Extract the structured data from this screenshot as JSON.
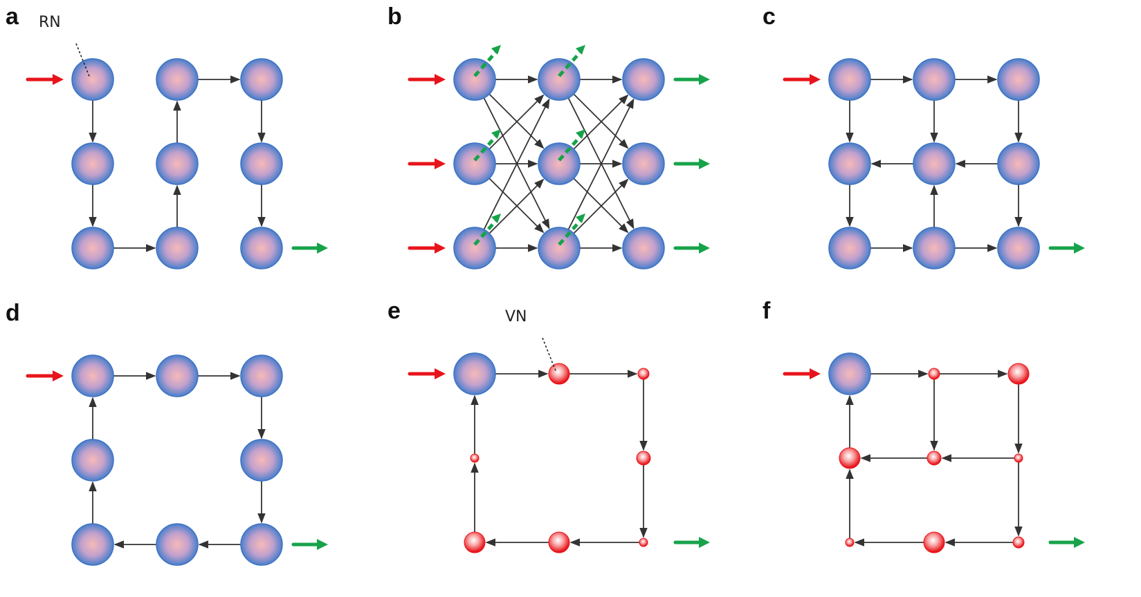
{
  "colors": {
    "node_center": "#f7b9b9",
    "node_edge": "#3e73c2",
    "virtual_node_center": "#ffffff",
    "virtual_node_edge": "#e8141b",
    "edge": "#333333",
    "input_arrow": "#e8141b",
    "output_arrow": "#16a34a"
  },
  "callouts": {
    "real_node": "RN",
    "virtual_node": "VN"
  },
  "panels": [
    {
      "id": "a",
      "label": "a",
      "nodes": [
        {
          "id": "a1",
          "kind": "real"
        },
        {
          "id": "a2",
          "kind": "real"
        },
        {
          "id": "a3",
          "kind": "real"
        },
        {
          "id": "a4",
          "kind": "real"
        },
        {
          "id": "a5",
          "kind": "real"
        },
        {
          "id": "a6",
          "kind": "real"
        },
        {
          "id": "a7",
          "kind": "real"
        },
        {
          "id": "a8",
          "kind": "real"
        },
        {
          "id": "a9",
          "kind": "real"
        }
      ],
      "edges": [
        [
          "a1",
          "a4"
        ],
        [
          "a4",
          "a7"
        ],
        [
          "a7",
          "a8"
        ],
        [
          "a8",
          "a5"
        ],
        [
          "a5",
          "a2"
        ],
        [
          "a2",
          "a3"
        ],
        [
          "a3",
          "a6"
        ],
        [
          "a6",
          "a9"
        ]
      ],
      "inputs": [
        "a1"
      ],
      "outputs": [
        "a9"
      ],
      "callout": {
        "node": "a1",
        "text_key": "real_node"
      }
    },
    {
      "id": "b",
      "label": "b",
      "nodes": [
        {
          "id": "b1",
          "kind": "real"
        },
        {
          "id": "b2",
          "kind": "real"
        },
        {
          "id": "b3",
          "kind": "real"
        },
        {
          "id": "b4",
          "kind": "real"
        },
        {
          "id": "b5",
          "kind": "real"
        },
        {
          "id": "b6",
          "kind": "real"
        },
        {
          "id": "b7",
          "kind": "real"
        },
        {
          "id": "b8",
          "kind": "real"
        },
        {
          "id": "b9",
          "kind": "real"
        }
      ],
      "edges": [
        [
          "b1",
          "b2"
        ],
        [
          "b1",
          "b5"
        ],
        [
          "b1",
          "b8"
        ],
        [
          "b4",
          "b2"
        ],
        [
          "b4",
          "b5"
        ],
        [
          "b4",
          "b8"
        ],
        [
          "b7",
          "b2"
        ],
        [
          "b7",
          "b5"
        ],
        [
          "b7",
          "b8"
        ],
        [
          "b2",
          "b3"
        ],
        [
          "b2",
          "b6"
        ],
        [
          "b2",
          "b9"
        ],
        [
          "b5",
          "b3"
        ],
        [
          "b5",
          "b6"
        ],
        [
          "b5",
          "b9"
        ],
        [
          "b8",
          "b3"
        ],
        [
          "b8",
          "b6"
        ],
        [
          "b8",
          "b9"
        ]
      ],
      "inputs": [
        "b1",
        "b4",
        "b7"
      ],
      "outputs": [
        "b3",
        "b6",
        "b9"
      ],
      "dashed_outputs": [
        "b1",
        "b2",
        "b4",
        "b5",
        "b7",
        "b8"
      ]
    },
    {
      "id": "c",
      "label": "c",
      "nodes": [
        {
          "id": "c1",
          "kind": "real"
        },
        {
          "id": "c2",
          "kind": "real"
        },
        {
          "id": "c3",
          "kind": "real"
        },
        {
          "id": "c4",
          "kind": "real"
        },
        {
          "id": "c5",
          "kind": "real"
        },
        {
          "id": "c6",
          "kind": "real"
        },
        {
          "id": "c7",
          "kind": "real"
        },
        {
          "id": "c8",
          "kind": "real"
        },
        {
          "id": "c9",
          "kind": "real"
        }
      ],
      "edges": [
        [
          "c1",
          "c2"
        ],
        [
          "c2",
          "c3"
        ],
        [
          "c1",
          "c4"
        ],
        [
          "c2",
          "c5"
        ],
        [
          "c3",
          "c6"
        ],
        [
          "c5",
          "c4"
        ],
        [
          "c6",
          "c5"
        ],
        [
          "c4",
          "c7"
        ],
        [
          "c8",
          "c5"
        ],
        [
          "c6",
          "c9"
        ],
        [
          "c7",
          "c8"
        ],
        [
          "c8",
          "c9"
        ]
      ],
      "inputs": [
        "c1"
      ],
      "outputs": [
        "c9"
      ]
    },
    {
      "id": "d",
      "label": "d",
      "nodes": [
        {
          "id": "d1",
          "kind": "real"
        },
        {
          "id": "d2",
          "kind": "real"
        },
        {
          "id": "d3",
          "kind": "real"
        },
        {
          "id": "d4",
          "kind": "real"
        },
        {
          "id": "d6",
          "kind": "real"
        },
        {
          "id": "d7",
          "kind": "real"
        },
        {
          "id": "d8",
          "kind": "real"
        },
        {
          "id": "d9",
          "kind": "real"
        }
      ],
      "edges": [
        [
          "d1",
          "d2"
        ],
        [
          "d2",
          "d3"
        ],
        [
          "d3",
          "d6"
        ],
        [
          "d6",
          "d9"
        ],
        [
          "d9",
          "d8"
        ],
        [
          "d8",
          "d7"
        ],
        [
          "d7",
          "d4"
        ],
        [
          "d4",
          "d1"
        ]
      ],
      "inputs": [
        "d1"
      ],
      "outputs": [
        "d9"
      ]
    },
    {
      "id": "e",
      "label": "e",
      "nodes": [
        {
          "id": "e1",
          "kind": "real"
        },
        {
          "id": "e2",
          "kind": "virtual",
          "size": "large"
        },
        {
          "id": "e3",
          "kind": "virtual",
          "size": "small"
        },
        {
          "id": "e4",
          "kind": "virtual",
          "size": "tiny"
        },
        {
          "id": "e6",
          "kind": "virtual",
          "size": "medium"
        },
        {
          "id": "e7",
          "kind": "virtual",
          "size": "large"
        },
        {
          "id": "e8",
          "kind": "virtual",
          "size": "large"
        },
        {
          "id": "e9",
          "kind": "virtual",
          "size": "tiny"
        }
      ],
      "edges": [
        [
          "e1",
          "e2"
        ],
        [
          "e2",
          "e3"
        ],
        [
          "e3",
          "e6"
        ],
        [
          "e6",
          "e9"
        ],
        [
          "e9",
          "e8"
        ],
        [
          "e8",
          "e7"
        ],
        [
          "e7",
          "e4"
        ],
        [
          "e4",
          "e1"
        ]
      ],
      "inputs": [
        "e1"
      ],
      "outputs": [
        "e9"
      ],
      "callout": {
        "node": "e2",
        "text_key": "virtual_node"
      }
    },
    {
      "id": "f",
      "label": "f",
      "nodes": [
        {
          "id": "f1",
          "kind": "real"
        },
        {
          "id": "f2",
          "kind": "virtual",
          "size": "small"
        },
        {
          "id": "f3",
          "kind": "virtual",
          "size": "large"
        },
        {
          "id": "f4",
          "kind": "virtual",
          "size": "large"
        },
        {
          "id": "f5",
          "kind": "virtual",
          "size": "medium"
        },
        {
          "id": "f6",
          "kind": "virtual",
          "size": "tiny"
        },
        {
          "id": "f7",
          "kind": "virtual",
          "size": "tiny"
        },
        {
          "id": "f8",
          "kind": "virtual",
          "size": "large"
        },
        {
          "id": "f9",
          "kind": "virtual",
          "size": "small"
        }
      ],
      "edges": [
        [
          "f1",
          "f2"
        ],
        [
          "f2",
          "f3"
        ],
        [
          "f2",
          "f5"
        ],
        [
          "f3",
          "f6"
        ],
        [
          "f6",
          "f5"
        ],
        [
          "f5",
          "f4"
        ],
        [
          "f4",
          "f1"
        ],
        [
          "f6",
          "f9"
        ],
        [
          "f9",
          "f8"
        ],
        [
          "f8",
          "f7"
        ],
        [
          "f7",
          "f4"
        ]
      ],
      "inputs": [
        "f1"
      ],
      "outputs": [
        "f9"
      ]
    }
  ]
}
